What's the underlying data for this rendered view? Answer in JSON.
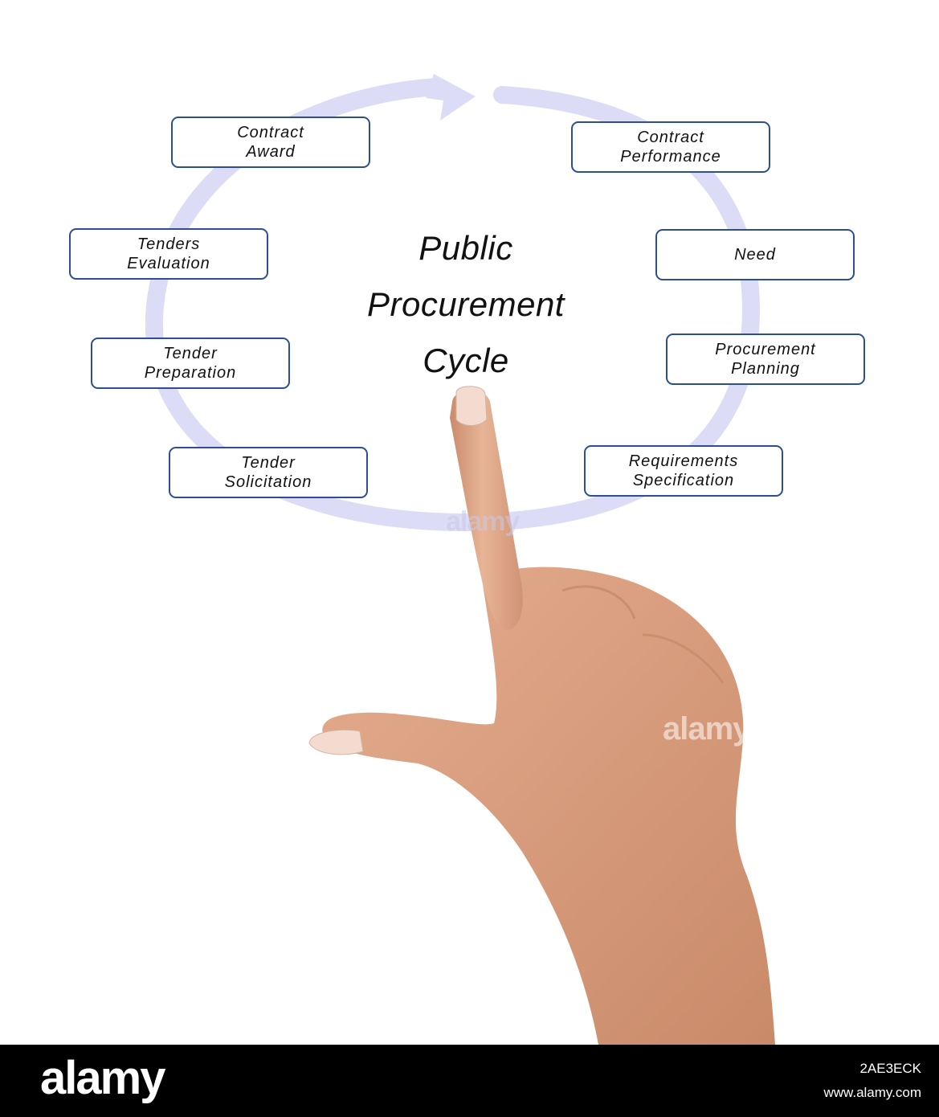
{
  "diagram": {
    "title_lines": [
      "Public",
      "Procurement",
      "Cycle"
    ],
    "steps": [
      {
        "id": "contract-award",
        "label": "Contract\nAward"
      },
      {
        "id": "contract-performance",
        "label": "Contract\nPerformance"
      },
      {
        "id": "tenders-evaluation",
        "label": "Tenders\nEvaluation"
      },
      {
        "id": "need",
        "label": "Need"
      },
      {
        "id": "tender-preparation",
        "label": "Tender\nPreparation"
      },
      {
        "id": "procurement-planning",
        "label": "Procurement\nPlanning"
      },
      {
        "id": "tender-solicitation",
        "label": "Tender\nSolicitation"
      },
      {
        "id": "requirements-specification",
        "label": "Requirements\nSpecification"
      }
    ],
    "colors": {
      "cycle_arrow": "#dcdcf6",
      "box_border": "#2b4f91",
      "text": "#111111",
      "skin": "#e0a98a"
    }
  },
  "watermark": {
    "text": "alamy"
  },
  "footer": {
    "logo": "alamy",
    "image_id": "2AE3ECK",
    "url": "www.alamy.com"
  }
}
